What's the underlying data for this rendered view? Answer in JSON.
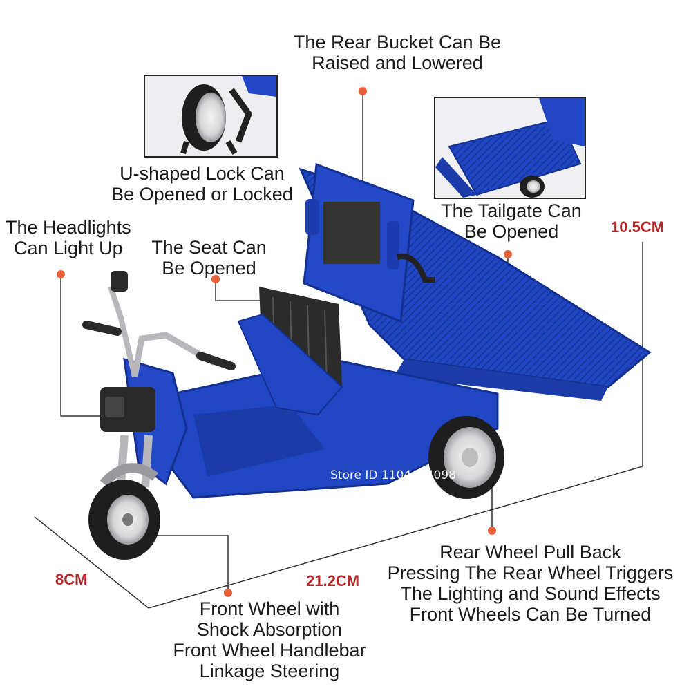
{
  "callouts": {
    "rear_bucket": [
      "The Rear Bucket Can Be",
      "Raised and Lowered"
    ],
    "u_lock": [
      "U-shaped Lock Can",
      "Be Opened or Locked"
    ],
    "headlights": [
      "The Headlights",
      "Can Light Up"
    ],
    "seat": [
      "The Seat Can",
      "Be Opened"
    ],
    "tailgate": [
      "The Tailgate Can",
      "Be Opened"
    ],
    "rear_wheel": [
      "Rear Wheel Pull Back",
      "Pressing The Rear Wheel Triggers",
      "The Lighting and Sound Effects",
      "Front Wheels Can Be Turned"
    ],
    "front_wheel": [
      "Front Wheel with",
      "Shock Absorption",
      "Front Wheel Handlebar",
      "Linkage Steering"
    ]
  },
  "dimensions": {
    "height": "10.5CM",
    "width": "8CM",
    "length": "21.2CM"
  },
  "watermark": "Store ID 1104404098",
  "colors": {
    "body_blue": "#1f3fb0",
    "dim_red": "#b5282a",
    "dot": "#e8603c"
  }
}
